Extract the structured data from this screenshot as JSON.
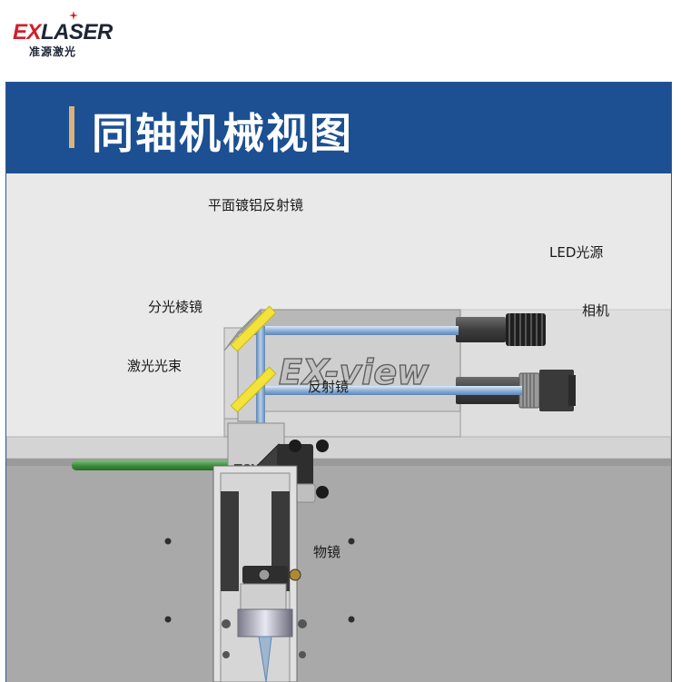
{
  "brand": {
    "logo_text_red": "EX",
    "logo_text_main": "LASER",
    "logo_sub": "准源激光",
    "accent_red": "#d0202a"
  },
  "banner": {
    "title": "同轴机械视图",
    "background": "#1c5093",
    "bar_color": "#d9b27b"
  },
  "device": {
    "housing_text": "EX-view",
    "beam_color": "#8fb3d9",
    "laser_color": "#4a9a4a",
    "mirror_color": "#f2e23a"
  },
  "labels": {
    "flat_mirror": "平面镀铝反射镜",
    "led_source": "LED光源",
    "beam_splitter": "分光棱镜",
    "camera": "相机",
    "laser_beam": "激光光束",
    "reflector": "反射镜",
    "objective": "物镜"
  }
}
